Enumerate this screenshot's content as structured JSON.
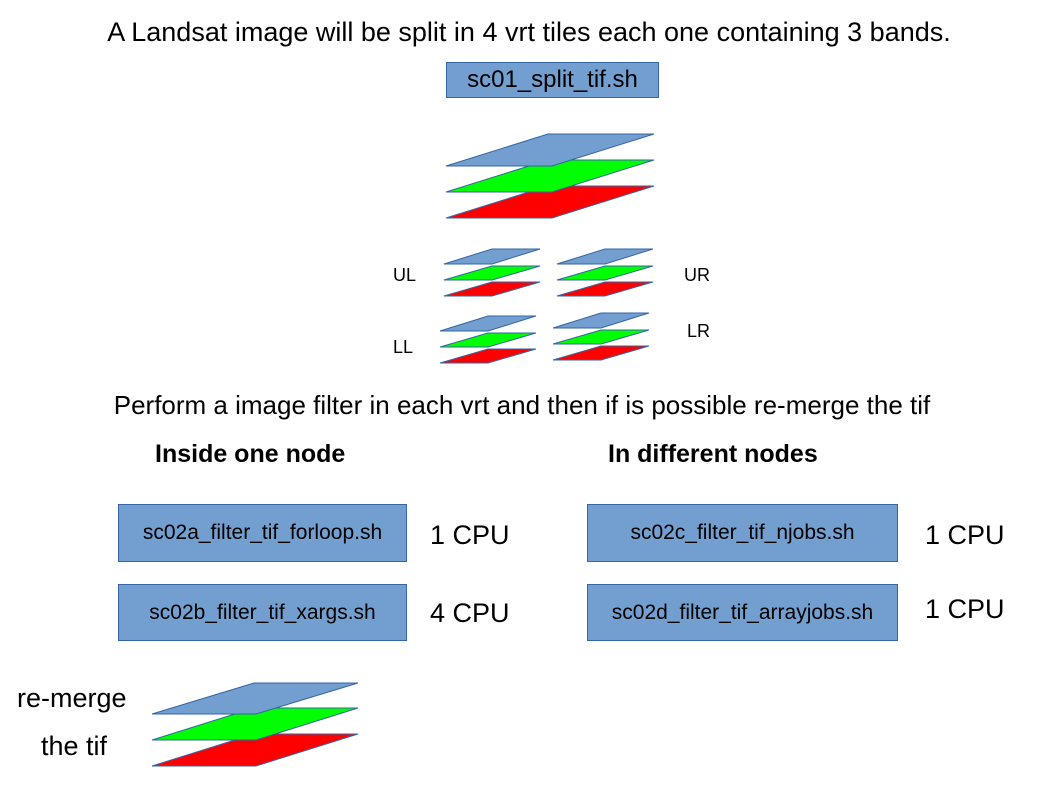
{
  "title": "A Landsat image will be split in 4 vrt tiles each one containing 3 bands.",
  "split_script": "sc01_split_tif.sh",
  "tiles": {
    "ul": "UL",
    "ur": "UR",
    "ll": "LL",
    "lr": "LR"
  },
  "filter_heading": "Perform a image filter in each vrt and then if is possible re-merge the tif",
  "inside_node": {
    "heading": "Inside one node",
    "scripts": [
      {
        "name": "sc02a_filter_tif_forloop.sh",
        "cpu": "1 CPU"
      },
      {
        "name": "sc02b_filter_tif_xargs.sh",
        "cpu": "4 CPU"
      }
    ]
  },
  "different_nodes": {
    "heading": "In different nodes",
    "scripts": [
      {
        "name": "sc02c_filter_tif_njobs.sh",
        "cpu": "1 CPU"
      },
      {
        "name": "sc02d_filter_tif_arrayjobs.sh",
        "cpu": "1 CPU"
      }
    ]
  },
  "remerge": {
    "line1": "re-merge",
    "line2": "the tif"
  },
  "colors": {
    "blue_band": "#729fcf",
    "green_band": "#00ff00",
    "red_band": "#ff0000",
    "outline": "#3465a4"
  }
}
